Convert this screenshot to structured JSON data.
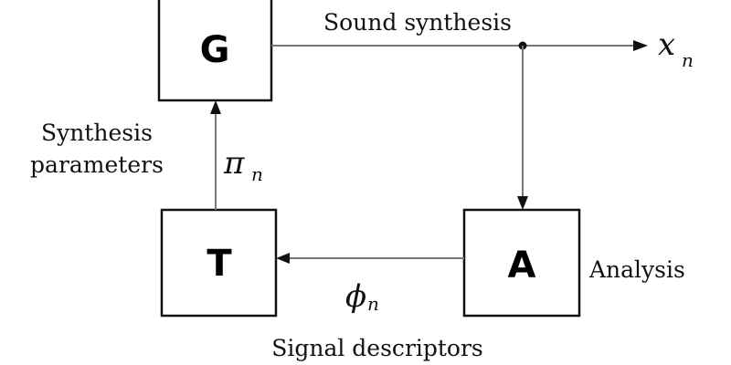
{
  "blocks": {
    "generator": {
      "letter": "G"
    },
    "transform": {
      "letter": "T"
    },
    "analysis": {
      "letter": "A"
    }
  },
  "labels": {
    "sound_synthesis": "Sound synthesis",
    "synthesis_parameters_line1": "Synthesis",
    "synthesis_parameters_line2": "parameters",
    "analysis": "Analysis",
    "signal_descriptors": "Signal descriptors"
  },
  "signals": {
    "output": {
      "symbol": "x",
      "subscript": "n"
    },
    "parameters": {
      "symbol": "π",
      "subscript": "n"
    },
    "descriptors": {
      "symbol": "ϕ",
      "subscript": "n"
    }
  },
  "colors": {
    "box_stroke": "#111111",
    "wire": "#777777",
    "text": "#111111",
    "background": "#ffffff"
  }
}
